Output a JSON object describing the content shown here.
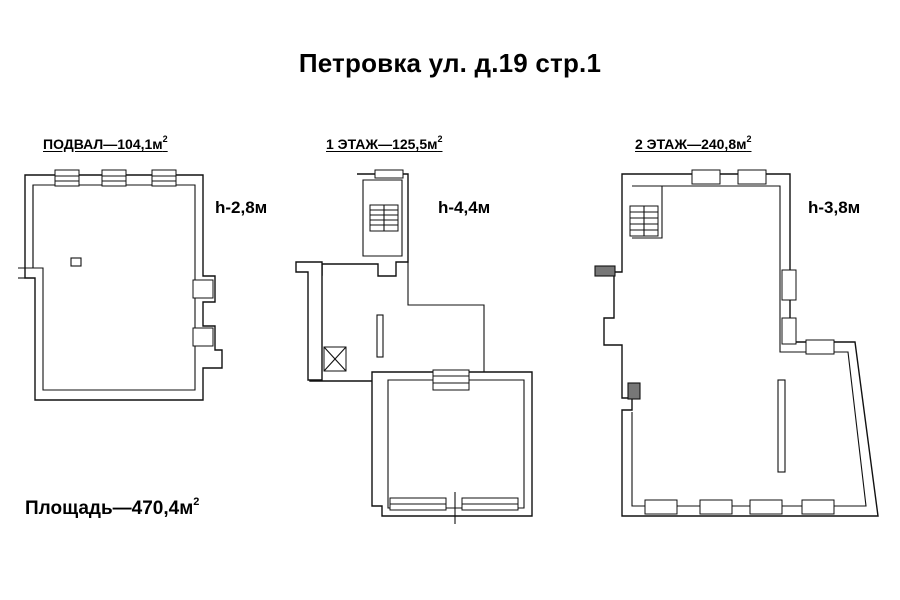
{
  "title": "Петровка ул. д.19 стр.1",
  "floors": [
    {
      "label_name": "ПОДВАЛ—104,1м",
      "label_sup": "2",
      "height": "h-2,8м"
    },
    {
      "label_name": "1 ЭТАЖ—125,5м",
      "label_sup": "2",
      "height": "h-4,4м"
    },
    {
      "label_name": "2 ЭТАЖ—240,8м",
      "label_sup": "2",
      "height": "h-3,8м"
    }
  ],
  "total_area": {
    "text": "Площадь—470,4м",
    "sup": "2"
  }
}
